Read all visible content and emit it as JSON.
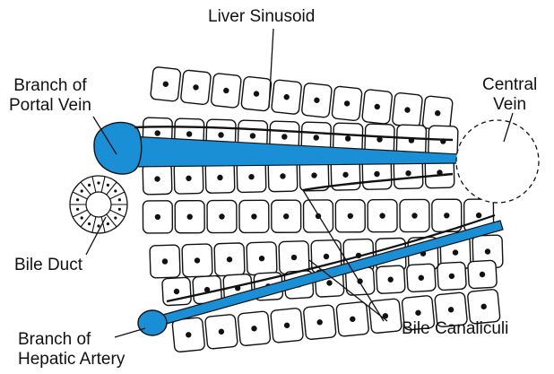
{
  "diagram": {
    "labels": {
      "liver_sinusoid": "Liver Sinusoid",
      "central_vein": {
        "line1": "Central",
        "line2": "Vein"
      },
      "branch_portal_vein": {
        "line1": "Branch of",
        "line2": "Portal Vein"
      },
      "bile_duct": "Bile Duct",
      "bile_canaliculi": "Bile Canaliculi",
      "branch_hepatic_artery": {
        "line1": "Branch of",
        "line2": "Hepatic Artery"
      }
    },
    "colors": {
      "vessel": "#1a8fd6",
      "outline": "#111111",
      "cell_fill": "#ffffff"
    }
  }
}
